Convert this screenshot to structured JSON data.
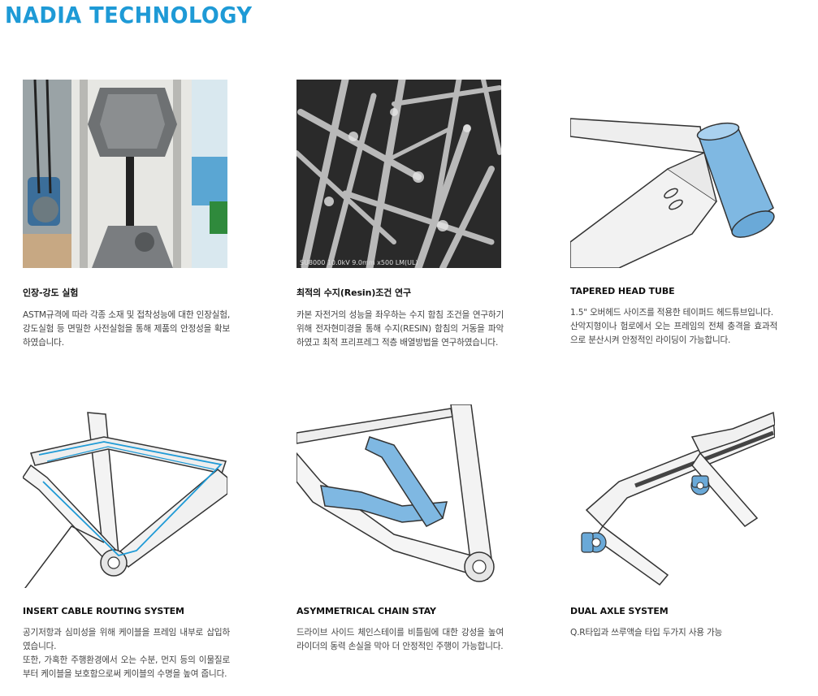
{
  "header": {
    "title": "NADIA TECHNOLOGY"
  },
  "colors": {
    "accent": "#1e9ad6",
    "highlight_blue": "#7fb8e2"
  },
  "cards": [
    {
      "title": "인장-강도 실험",
      "body": "ASTM규격에 따라 각종 소재 및 접착성능에 대한 인장실험, 강도실험 등 면밀한 사전실험을 통해 제품의 안정성을 확보하였습니다.",
      "image_icon": "tensile-test-machine-photo"
    },
    {
      "title": "최적의 수지(Resin)조건 연구",
      "body": "카본 자전거의 성능을 좌우하는 수지 함침 조건을 연구하기 위해 전자현미경을 통해 수지(RESIN) 함침의 거동을 파악하였고 최적 프리프레그 적층 배열방법을 연구하였습니다.",
      "image_icon": "electron-microscope-photo",
      "image_caption": "SU8000 10.0kV 9.0mm x500 LM(UL)"
    },
    {
      "title": "TAPERED HEAD TUBE",
      "body": "1.5\" 오버헤드 사이즈를 적용한 테이퍼드 헤드튜브입니다.\n산악지형이나 험로에서 오는 프레임의 전체 충격을 효과적으로 분산시켜 안정적인 라이딩이 가능합니다.",
      "image_icon": "tapered-head-tube-render"
    },
    {
      "title": "INSERT CABLE ROUTING SYSTEM",
      "body": "공기저항과 심미성을 위해 케이블을 프레임 내부로 삽입하였습니다.\n또한, 가혹한 주행환경에서 오는 수분, 먼지 등의 이물질로부터 케이블을 보호함으로써 케이블의 수명을 높여 줍니다.",
      "image_icon": "cable-routing-render"
    },
    {
      "title": "ASYMMETRICAL CHAIN STAY",
      "body": "드라이브 사이드 체인스테이를 비틀림에 대한 강성을 높여 라이더의 동력 손실을 막아 더 안정적인 주행이 가능합니다.",
      "image_icon": "chain-stay-render"
    },
    {
      "title": "DUAL AXLE SYSTEM",
      "body": "Q.R타입과 쓰루액슬 타입 두가지 사용 가능",
      "image_icon": "dual-axle-render"
    }
  ]
}
